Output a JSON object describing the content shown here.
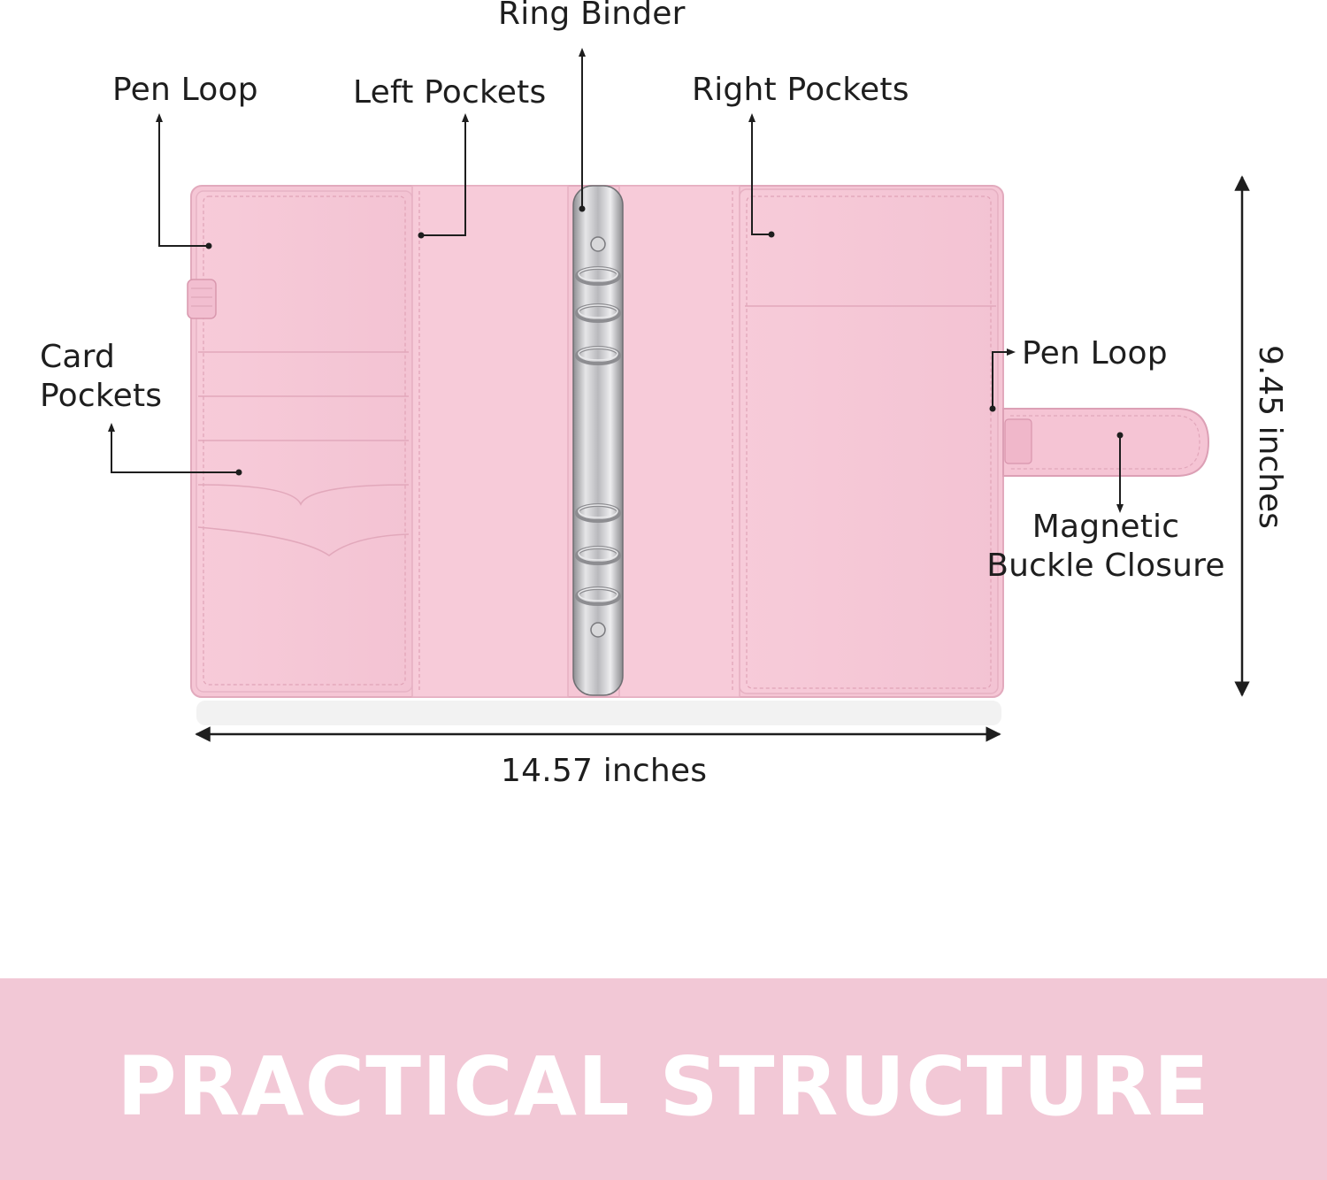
{
  "labels": {
    "ring_binder": "Ring Binder",
    "pen_loop_left": "Pen Loop",
    "left_pockets": "Left Pockets",
    "right_pockets": "Right Pockets",
    "card_pockets_line1": "Card",
    "card_pockets_line2": "Pockets",
    "pen_loop_right": "Pen Loop",
    "magnetic_line1": "Magnetic",
    "magnetic_line2": "Buckle Closure"
  },
  "dimensions": {
    "width": "14.57 inches",
    "height": "9.45 inches"
  },
  "banner": {
    "title": "PRACTICAL STRUCTURE"
  },
  "colors": {
    "binder_pink": "#f6cad8",
    "binder_edge": "#e3aebf",
    "banner_pink": "#f2c8d6",
    "metal": "#c9c9cc",
    "line": "#1e1e1e"
  }
}
